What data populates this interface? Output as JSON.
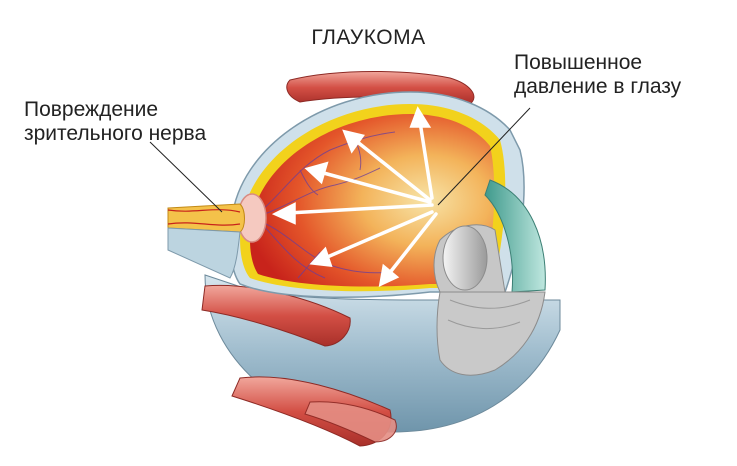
{
  "title": "ГЛАУКОМА",
  "labels": {
    "optic_nerve_damage": [
      "Повреждение",
      "зрительного нерва"
    ],
    "increased_pressure": [
      "Повышенное",
      "давление в глазу"
    ]
  },
  "colors": {
    "vitreous_inner": "#f7e4a8",
    "vitreous_mid": "#f08a3a",
    "vitreous_outer": "#cf2a1e",
    "retina_rim": "#f2d21c",
    "sclera": "#b9d2df",
    "muscle": "#d35a52",
    "lens": "#d9d9d9",
    "cornea": "#7fc6b8",
    "arrow": "#ffffff",
    "text": "#222222"
  }
}
